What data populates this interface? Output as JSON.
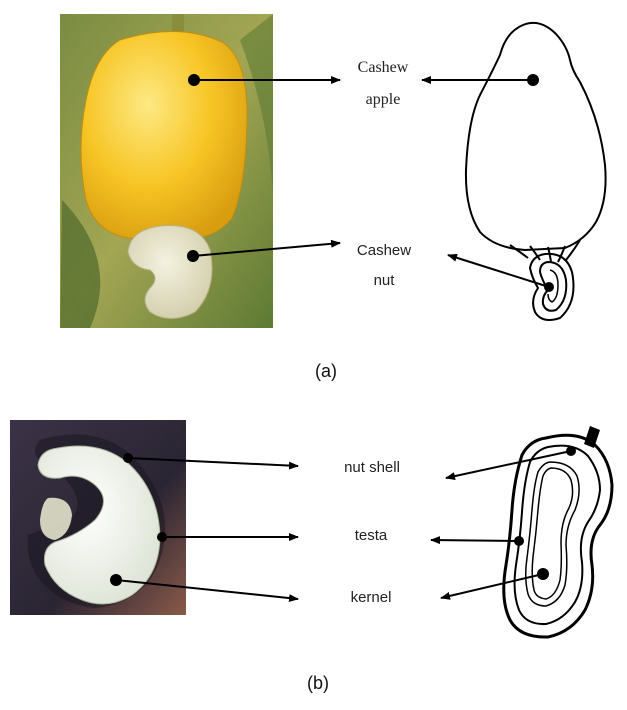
{
  "panel_a": {
    "label_apple_line1": "Cashew",
    "label_apple_line2": "apple",
    "label_nut_line1": "Cashew",
    "label_nut_line2": "nut",
    "caption": "(a)"
  },
  "panel_b": {
    "label_shell": "nut shell",
    "label_testa": "testa",
    "label_kernel": "kernel",
    "caption": "(b)"
  },
  "colors": {
    "apple_yellow": "#f6c21c",
    "leaf_green": "#6d8a3a",
    "nut_cream": "#e9e6cf",
    "shell_dark": "#2e2a38",
    "kernel_white": "#f4f6ee",
    "line": "#000000"
  }
}
